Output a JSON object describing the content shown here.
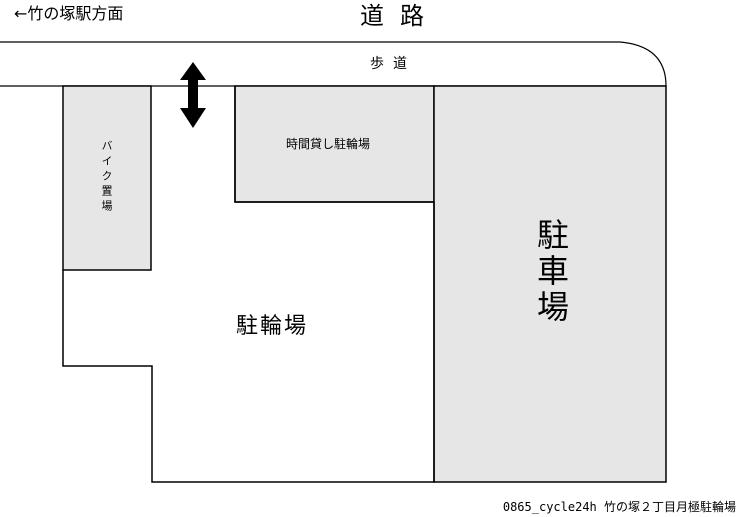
{
  "map": {
    "direction_label": "←竹の塚駅方面",
    "road_label": "道路",
    "sidewalk_label": "歩道",
    "areas": {
      "motorbike_parking": "バイク置場",
      "timed_bicycle_parking": "時間貸し駐輪場",
      "bicycle_parking": "駐輪場",
      "car_parking": "駐車場"
    },
    "caption": "0865_cycle24h 竹の塚２丁目月極駐輪場",
    "colors": {
      "area_fill": "#e6e6e6",
      "line": "#000000",
      "background": "#ffffff"
    },
    "entrance_icon": "double-arrow-vertical-icon"
  }
}
